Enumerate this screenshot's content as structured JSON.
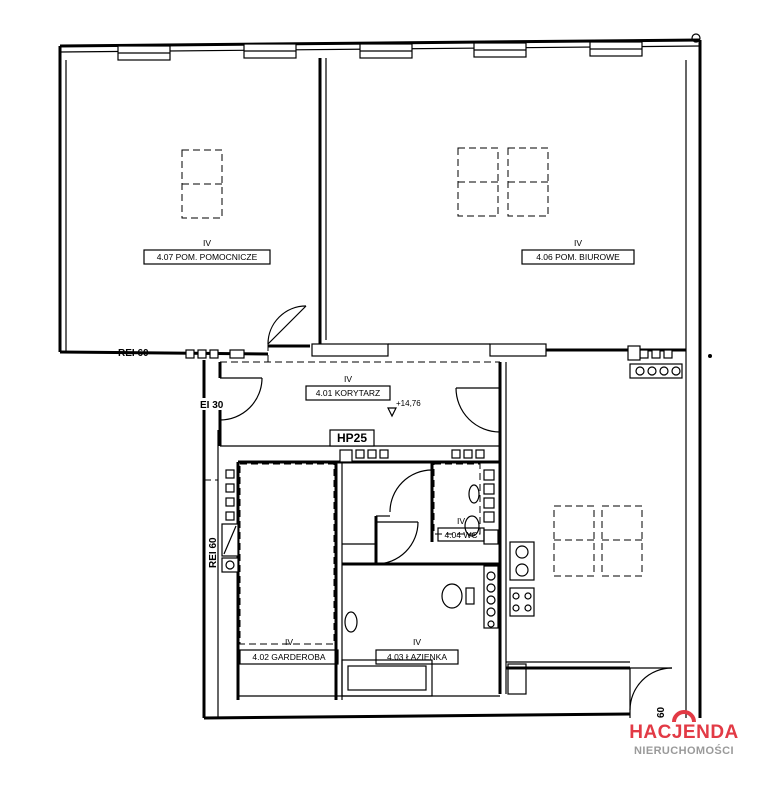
{
  "rooms": {
    "r407": {
      "level": "IV",
      "name": "4.07 POM. POMOCNICZE"
    },
    "r406": {
      "level": "IV",
      "name": "4.06 POM. BIUROWE"
    },
    "r401": {
      "level": "IV",
      "name": "4.01 KORYTARZ"
    },
    "r404": {
      "level": "IV",
      "name": "4.04 WC"
    },
    "r402": {
      "level": "IV",
      "name": "4.02 GARDEROBA"
    },
    "r403": {
      "level": "IV",
      "name": "4.03 ŁAZIENKA"
    }
  },
  "annotations": {
    "rei60_top": "REI 60",
    "ei30": "EI 30",
    "rei60_left": "REI 60",
    "level_mark": "+14,76",
    "hp": "HP25",
    "ei60_bottom": "60"
  },
  "logo": {
    "name": "HACJENDA",
    "sub": "NIERUCHOMOŚCI",
    "accent_color": "#e23a45"
  }
}
